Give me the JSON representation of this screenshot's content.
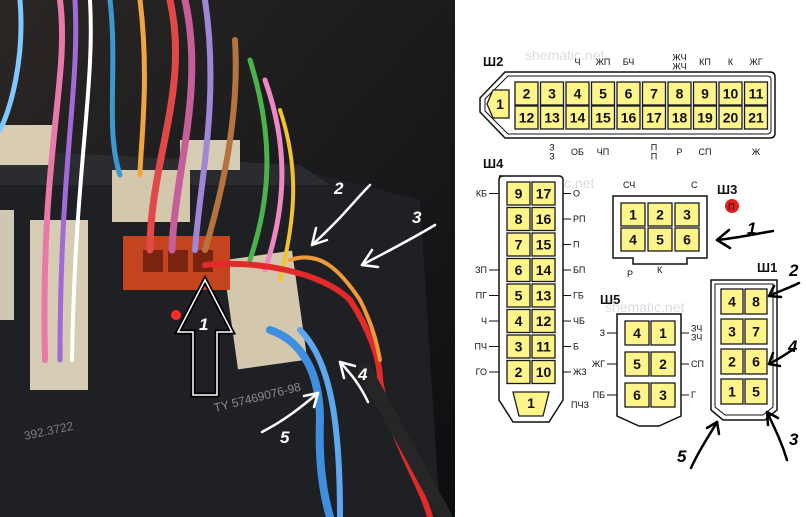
{
  "photo": {
    "arrows": [
      {
        "label": "1",
        "color": "#ffffff"
      },
      {
        "label": "2",
        "color": "#ffffff"
      },
      {
        "label": "3",
        "color": "#ffffff"
      },
      {
        "label": "4",
        "color": "#ffffff"
      },
      {
        "label": "5",
        "color": "#ffffff"
      }
    ],
    "block_marking": "TY 57469076-98",
    "block_marking_2": "392.3722"
  },
  "diagram": {
    "watermark": "shematic.net",
    "sh2": {
      "name": "Ш2",
      "end_pin": "1",
      "row_top": [
        "2",
        "3",
        "4",
        "5",
        "6",
        "7",
        "8",
        "9",
        "10",
        "11"
      ],
      "row_bottom": [
        "12",
        "13",
        "14",
        "15",
        "16",
        "17",
        "18",
        "19",
        "20",
        "21"
      ],
      "labels_top": [
        "",
        "",
        "Ч",
        "ЖП",
        "БЧ",
        "",
        "ЖЧ ЖЧ",
        "КП",
        "К",
        "ЖГ"
      ],
      "labels_bottom": [
        "",
        "З З",
        "ОБ",
        "ЧП",
        "",
        "П П",
        "Р",
        "СП",
        "",
        "Ж"
      ]
    },
    "sh3": {
      "name": "Ш3",
      "pins": [
        "1",
        "2",
        "3",
        "4",
        "5",
        "6"
      ],
      "label_left_top": "СЧ",
      "label_right_top": "С",
      "label_bottom_left": "Р",
      "label_bottom_mid": "К",
      "dot_label": "П"
    },
    "sh4": {
      "name": "Ш4",
      "rows": [
        {
          "left_label": "КБ",
          "a": "9",
          "b": "17",
          "right_label": "О"
        },
        {
          "left_label": "",
          "a": "8",
          "b": "16",
          "right_label": "РП"
        },
        {
          "left_label": "",
          "a": "7",
          "b": "15",
          "right_label": "П"
        },
        {
          "left_label": "ЗП",
          "a": "6",
          "b": "14",
          "right_label": "БП"
        },
        {
          "left_label": "ПГ",
          "a": "5",
          "b": "13",
          "right_label": "ГБ"
        },
        {
          "left_label": "Ч",
          "a": "4",
          "b": "12",
          "right_label": "ЧБ"
        },
        {
          "left_label": "ПЧ",
          "a": "3",
          "b": "11",
          "right_label": "Б"
        },
        {
          "left_label": "ГО",
          "a": "2",
          "b": "10",
          "right_label": "ЖЗ"
        }
      ],
      "end_pin": "1",
      "end_label": "ПЧЗ"
    },
    "sh5": {
      "name": "Ш5",
      "rows": [
        {
          "left_label": "З",
          "a": "4",
          "b": "1",
          "right_label": "ЗЧ ЗЧ"
        },
        {
          "left_label": "ЖГ",
          "a": "5",
          "b": "2",
          "right_label": "СП"
        },
        {
          "left_label": "ПБ",
          "a": "6",
          "b": "3",
          "right_label": "Г"
        }
      ]
    },
    "sh1": {
      "name": "Ш1",
      "rows": [
        {
          "a": "4",
          "b": "8"
        },
        {
          "a": "3",
          "b": "7"
        },
        {
          "a": "2",
          "b": "6"
        },
        {
          "a": "1",
          "b": "5"
        }
      ]
    },
    "hand_labels": [
      "1",
      "2",
      "3",
      "4",
      "5"
    ]
  }
}
